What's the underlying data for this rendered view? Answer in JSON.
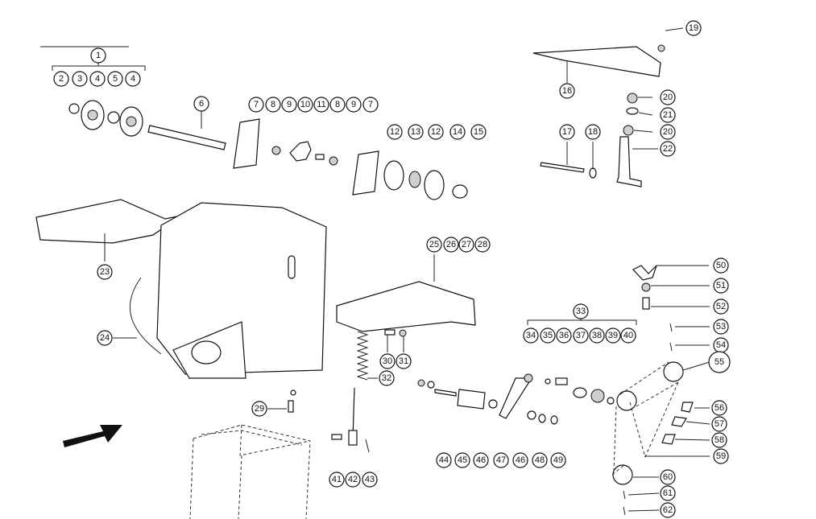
{
  "diagram": {
    "highlight_color": "#c6d94a",
    "callouts": [
      "1",
      "2",
      "3",
      "4",
      "5",
      "4",
      "6",
      "7",
      "8",
      "9",
      "10",
      "11",
      "8",
      "9",
      "7",
      "12",
      "13",
      "12",
      "14",
      "15",
      "16",
      "17",
      "18",
      "19",
      "20",
      "21",
      "20",
      "22",
      "23",
      "24",
      "25",
      "26",
      "27",
      "28",
      "29",
      "30",
      "31",
      "32",
      "33",
      "34",
      "35",
      "36",
      "37",
      "38",
      "39",
      "40",
      "41",
      "42",
      "43",
      "44",
      "45",
      "46",
      "47",
      "46",
      "48",
      "49",
      "50",
      "51",
      "52",
      "53",
      "54",
      "55",
      "56",
      "57",
      "58",
      "59",
      "60",
      "61",
      "62"
    ],
    "highlighted": "55"
  }
}
